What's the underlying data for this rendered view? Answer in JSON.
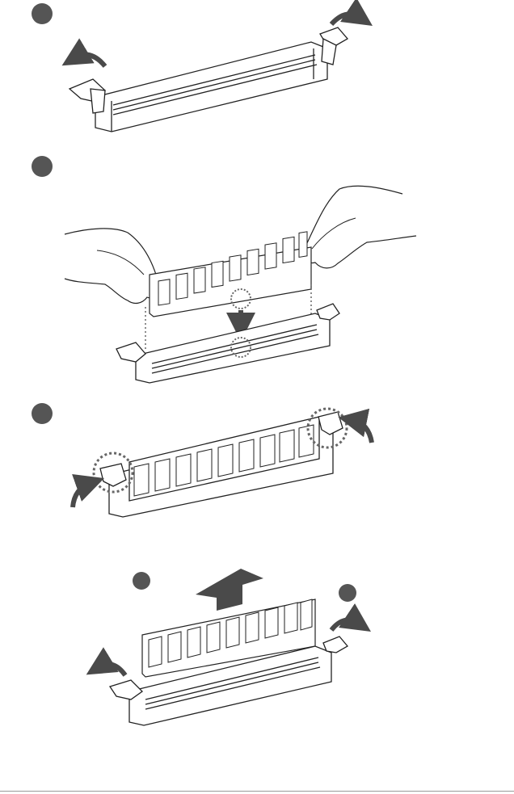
{
  "diagram": {
    "steps": [
      {
        "marker": "",
        "name": "unlock-clips-step"
      },
      {
        "marker": "",
        "name": "insert-module-step"
      },
      {
        "marker": "",
        "name": "lock-clips-step"
      }
    ],
    "removal": {
      "marker_a": "",
      "marker_b": ""
    },
    "colors": {
      "outline": "#222222",
      "marker": "#555555",
      "arrow": "#4a4a4a",
      "dotted": "#666666",
      "fill": "#ffffff",
      "rule": "#9a9a9a"
    },
    "module_chip_count": 9,
    "icons": [
      "rotate-arrow-icon",
      "down-arrow-icon",
      "up-arrow-icon",
      "dotted-circle-icon",
      "hand-icon"
    ]
  }
}
